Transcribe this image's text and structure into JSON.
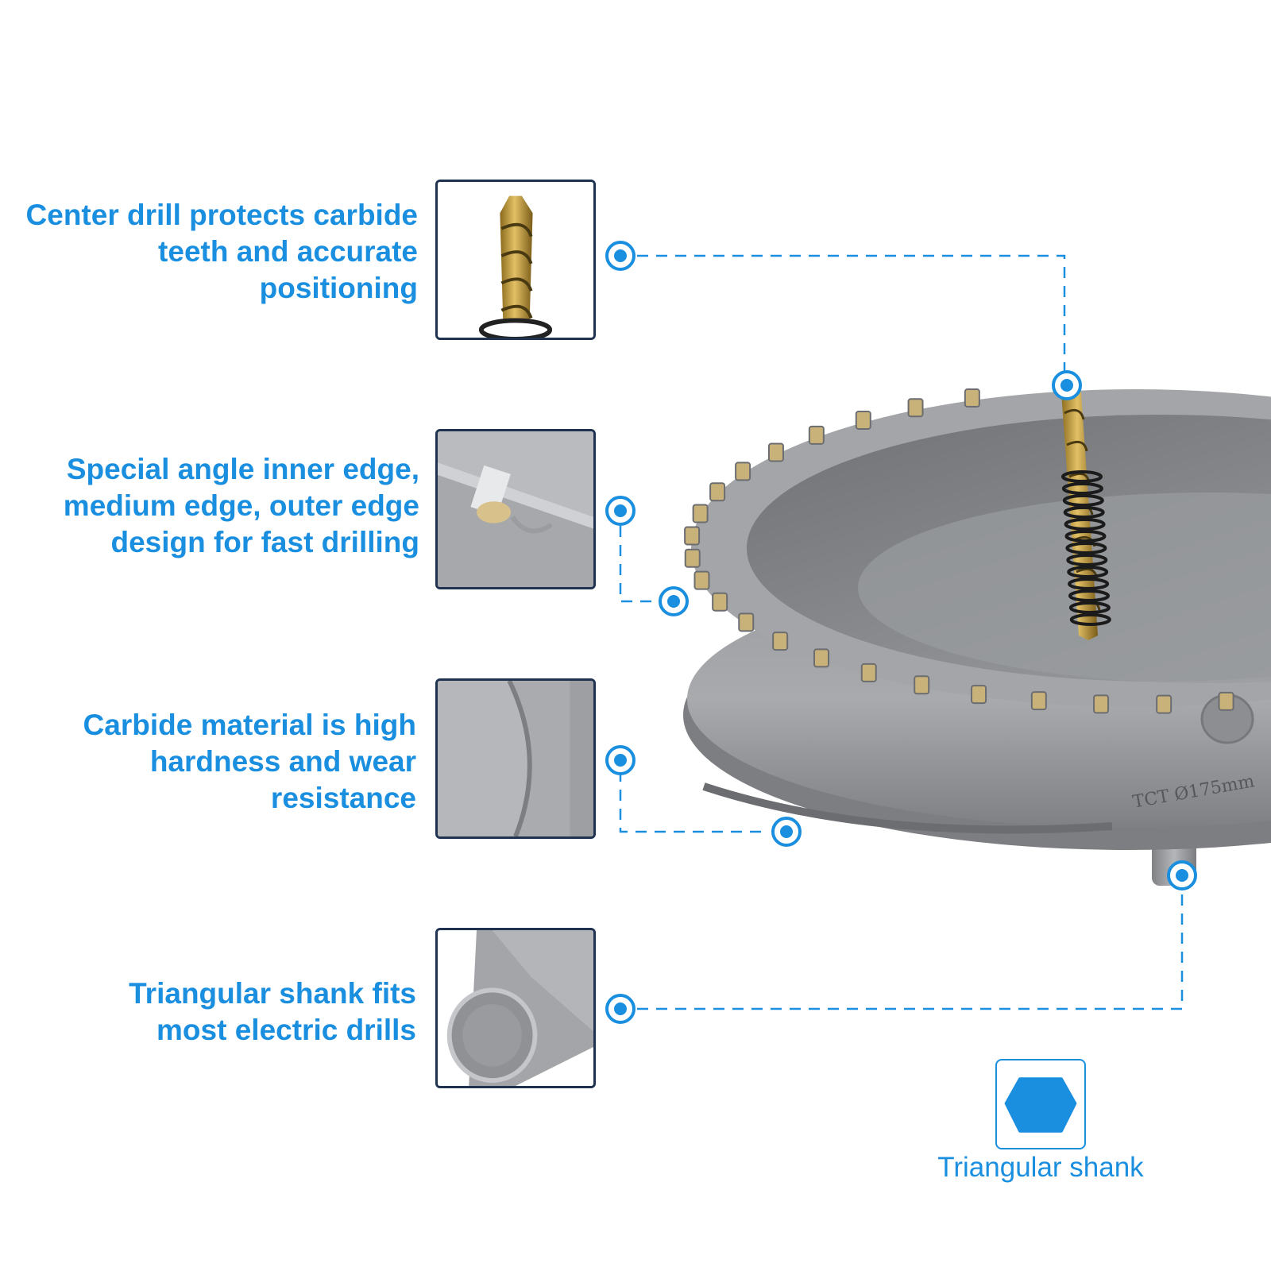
{
  "features": [
    {
      "text": "Center drill protects carbide\nteeth and accurate\npositioning",
      "thumb": "center-drill-thumbnail"
    },
    {
      "text": "Special angle inner edge,\nmedium edge, outer edge\ndesign for fast drilling",
      "thumb": "edge-design-thumbnail"
    },
    {
      "text": "Carbide material is high\nhardness and wear\nresistance",
      "thumb": "carbide-material-thumbnail"
    },
    {
      "text": "Triangular shank fits\nmost electric drills",
      "thumb": "shank-thumbnail"
    }
  ],
  "product": {
    "engraving": "TCT Ø175mm"
  },
  "shank_diagram": {
    "caption": "Triangular shank"
  },
  "colors": {
    "accent": "#1a8fe0",
    "frame": "#1f3350",
    "metal": "#8f9194",
    "gold": "#c9a23c"
  }
}
